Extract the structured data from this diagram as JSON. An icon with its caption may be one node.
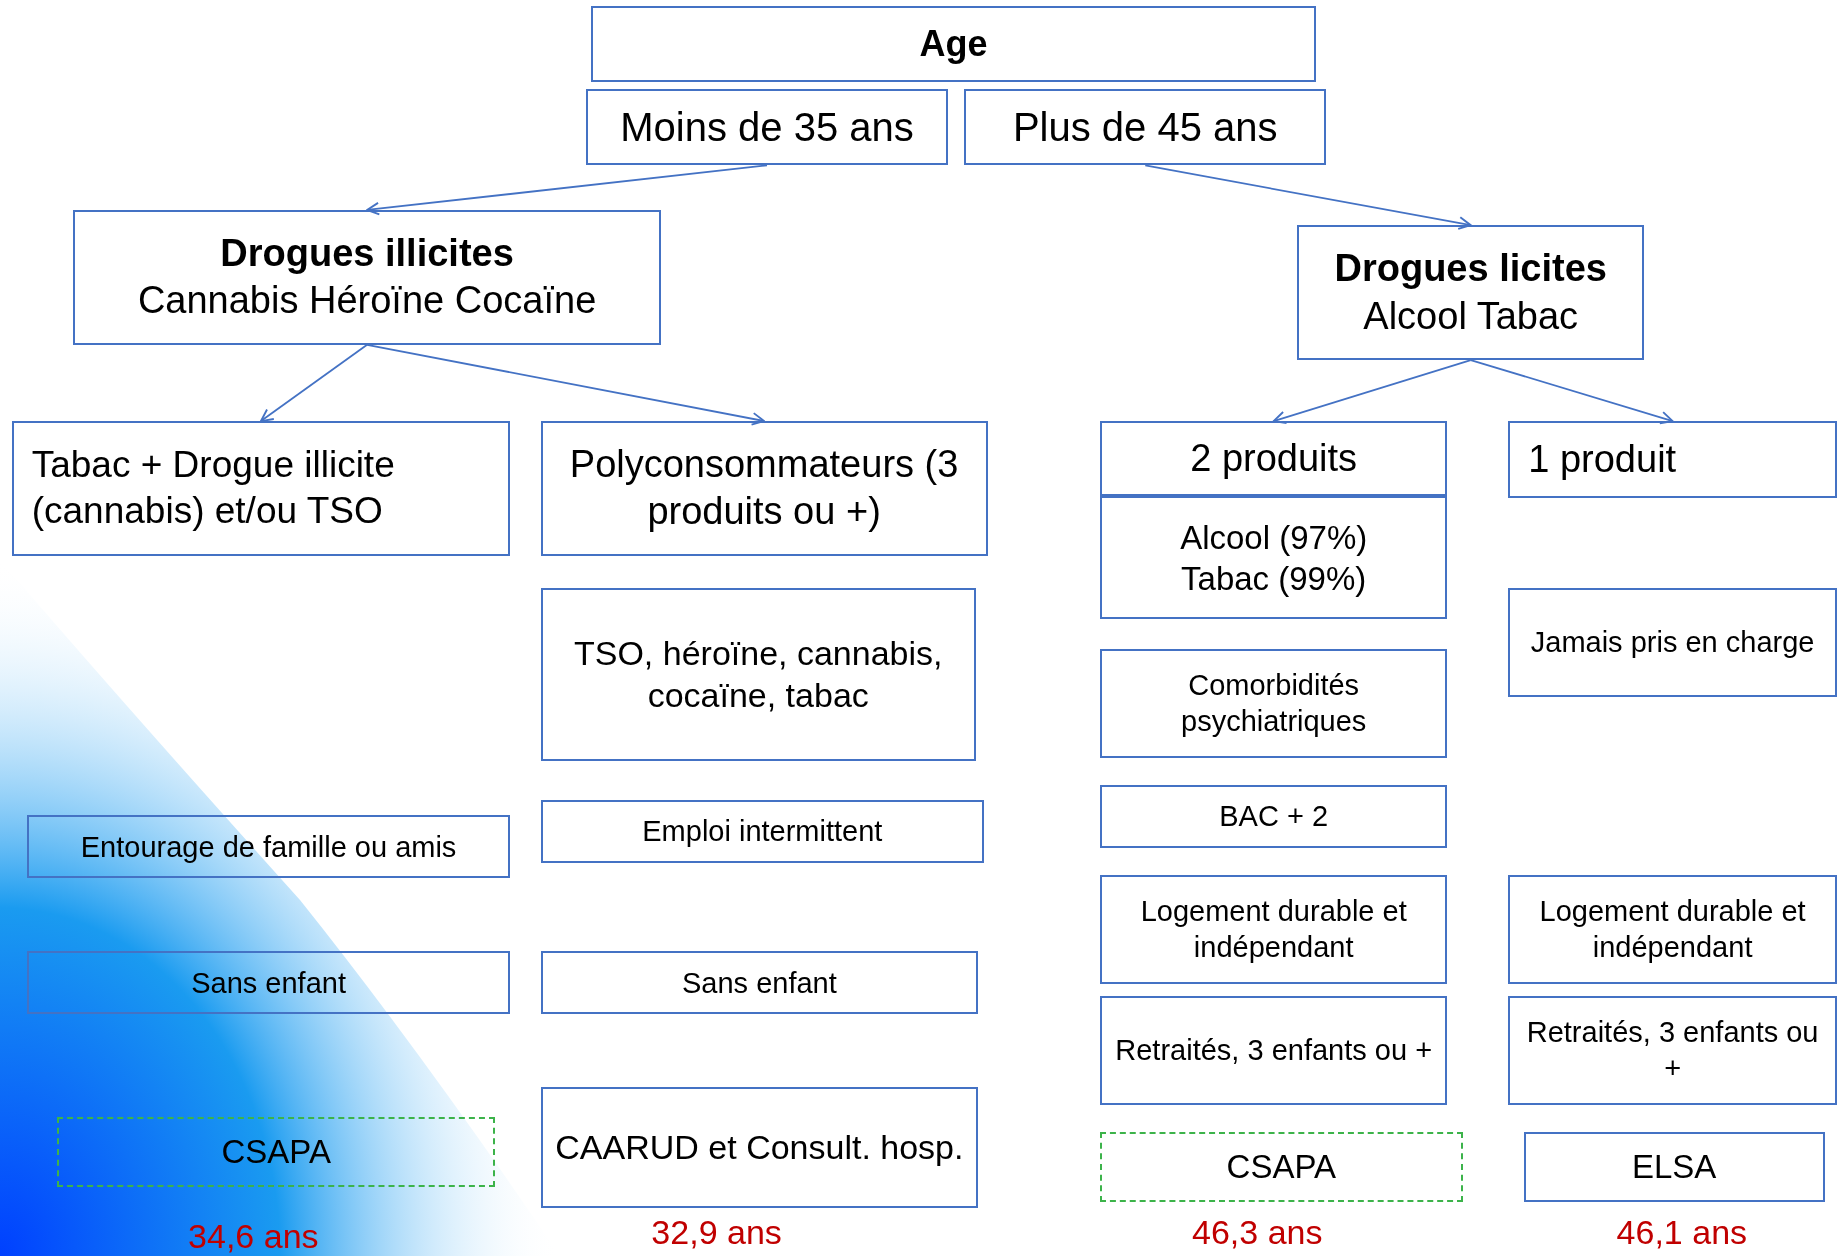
{
  "diagram": {
    "nodes": [
      {
        "text": [
          "Age"
        ]
      },
      {
        "text": [
          "Moins de 35 ans"
        ]
      },
      {
        "text": [
          "Plus de 45 ans"
        ]
      },
      {
        "text": [
          "Drogues illicites",
          "Cannabis Héroïne Cocaïne"
        ]
      },
      {
        "text": [
          "Drogues licites",
          "Alcool Tabac"
        ]
      },
      {
        "text": [
          "Tabac + Drogue illicite (cannabis) et/ou TSO"
        ]
      },
      {
        "text": [
          "Polyconsommateurs (3 produits ou +)"
        ]
      },
      {
        "text": [
          "2 produits"
        ]
      },
      {
        "text": [
          "1 produit"
        ]
      },
      {
        "text": [
          "Alcool (97%)",
          "Tabac (99%)"
        ]
      },
      {
        "text": [
          "TSO, héroïne, cannabis, cocaïne, tabac"
        ]
      },
      {
        "text": [
          "Jamais pris en charge"
        ]
      },
      {
        "text": [
          "Comorbidités psychiatriques"
        ]
      },
      {
        "text": [
          "Entourage de famille ou amis"
        ]
      },
      {
        "text": [
          "Emploi intermittent"
        ]
      },
      {
        "text": [
          "BAC + 2"
        ]
      },
      {
        "text": [
          "Logement durable et indépendant"
        ]
      },
      {
        "text": [
          "Logement durable et indépendant"
        ]
      },
      {
        "text": [
          "Sans enfant"
        ]
      },
      {
        "text": [
          "Sans enfant"
        ]
      },
      {
        "text": [
          "Retraités, 3 enfants ou +"
        ]
      },
      {
        "text": [
          "Retraités, 3 enfants ou +"
        ]
      },
      {
        "text": [
          "CSAPA"
        ]
      },
      {
        "text": [
          "CAARUD et Consult. hosp."
        ]
      },
      {
        "text": [
          "CSAPA"
        ]
      },
      {
        "text": [
          "ELSA"
        ]
      }
    ],
    "edges": [
      {
        "from": 1,
        "to": 3,
        "arrow": "to"
      },
      {
        "from": 2,
        "to": 4,
        "arrow": "to"
      },
      {
        "from": 3,
        "to": 5,
        "arrow": "to"
      },
      {
        "from": 3,
        "to": 6,
        "arrow": "to"
      },
      {
        "from": 4,
        "to": 7,
        "arrow": "to"
      },
      {
        "from": 4,
        "to": 8,
        "arrow": "to"
      }
    ],
    "labels": [
      "34,6 ans",
      "32,9 ans",
      "46,3 ans",
      "46,1 ans"
    ]
  }
}
